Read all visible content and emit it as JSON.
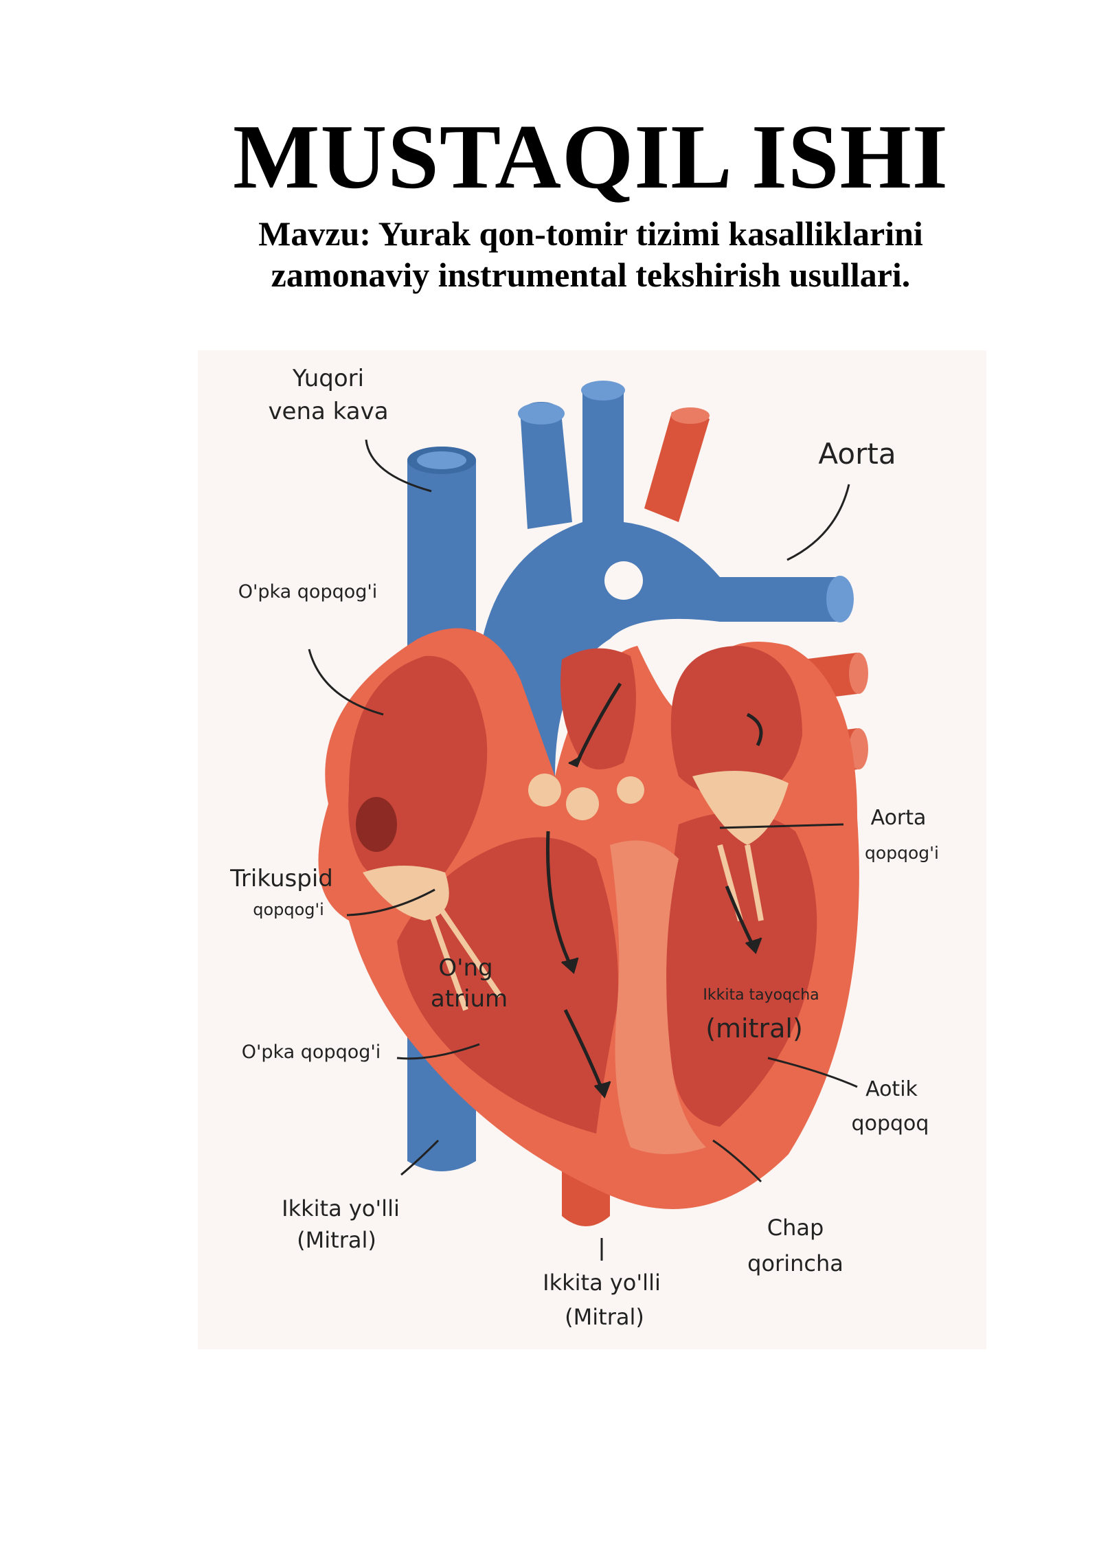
{
  "document": {
    "title": "MUSTAQIL ISHI",
    "subtitle_line1": "Mavzu: Yurak qon-tomir tizimi kasalliklarini",
    "subtitle_line2": "zamonaviy instrumental tekshirish usullari."
  },
  "figure": {
    "labels": {
      "svc_line1": "Yuqori",
      "svc_line2": "vena kava",
      "aorta": "Aorta",
      "pulm_valve_top": "O'pka qopqog'i",
      "tricuspid_line1": "Trikuspid",
      "tricuspid_line2": "qopqog'i",
      "ra_line1": "O'ng",
      "ra_line2": "atrium",
      "pulm_valve_bottom": "O'pka qopqog'i",
      "bicuspid_left_line1": "Ikkita yo'lli",
      "bicuspid_left_line2": "(Mitral)",
      "bicuspid_bottom_line1": "Ikkita yo'lli",
      "bicuspid_bottom_line2": "(Mitral)",
      "aortic_valve_line1": "Aorta",
      "aortic_valve_line2": "qopqog'i",
      "bicuspid_center_line1": "Ikkita tayoqcha",
      "bicuspid_center_line2": "(mitral)",
      "aotik_line1": "Aotik",
      "aotik_line2": "qopqoq",
      "lv_line1": "Chap",
      "lv_line2": "qorincha"
    },
    "colors": {
      "vein_blue": "#4a7bb7",
      "artery_red": "#d9543a",
      "muscle": "#e8694d",
      "chamber": "#c9473a",
      "valve": "#f2c8a0",
      "background": "#fbf6f3"
    }
  }
}
